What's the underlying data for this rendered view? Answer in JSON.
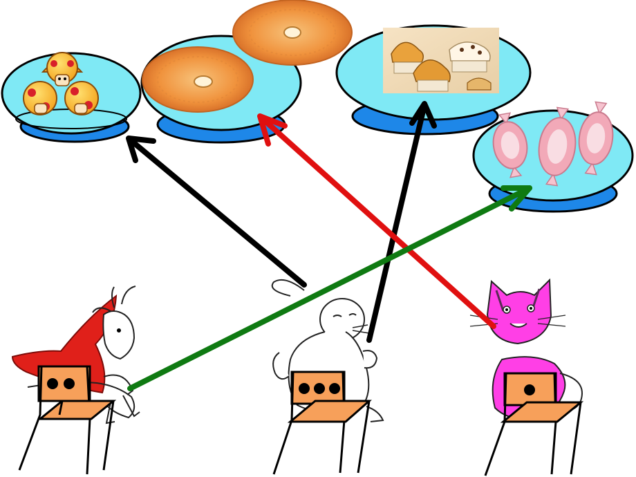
{
  "colors": {
    "plate_fill": "#7fe9f5",
    "plate_base": "#1e87e8",
    "plate_outline": "#000000",
    "chair_orange": "#f7a05a",
    "cat_magenta": "#ff3fe6",
    "goat_red": "#e0201a",
    "arrow_black": "#000000",
    "arrow_red": "#e01010",
    "arrow_green": "#0f7a12"
  },
  "plates": [
    {
      "id": "plate-mushrooms",
      "contents": "mushroom-icons"
    },
    {
      "id": "plate-pies",
      "contents": "pie-icons"
    },
    {
      "id": "plate-muffins",
      "contents": "muffin-photo"
    },
    {
      "id": "plate-candies",
      "contents": "candy-icons"
    }
  ],
  "animals": [
    {
      "id": "goat",
      "dots": 2
    },
    {
      "id": "rabbit",
      "dots": 3
    },
    {
      "id": "cat",
      "dots": 1
    }
  ],
  "arrows": [
    {
      "from": "rabbit",
      "to": "plate-mushrooms",
      "color": "arrow_black"
    },
    {
      "from": "rabbit",
      "to": "plate-muffins",
      "color": "arrow_black"
    },
    {
      "from": "cat",
      "to": "plate-pies",
      "color": "arrow_red"
    },
    {
      "from": "goat",
      "to": "plate-candies",
      "color": "arrow_green"
    }
  ]
}
